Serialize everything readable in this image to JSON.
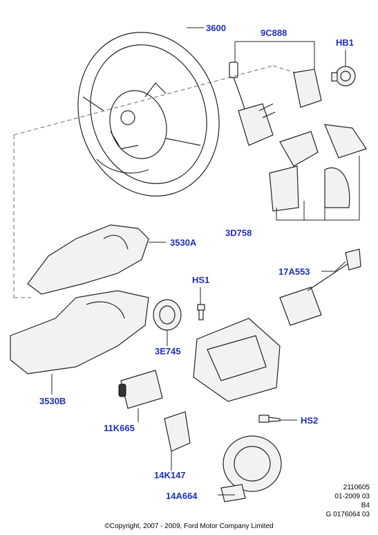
{
  "part_labels": {
    "steering_wheel": "3600",
    "wiring_9c888": "9C888",
    "hb1": "HB1",
    "cover_3d758": "3D758",
    "shroud_upper": "3530A",
    "switch_17a553": "17A553",
    "hs1": "HS1",
    "ring_3e745": "3E745",
    "shroud_lower": "3530B",
    "switch_11k665": "11K665",
    "hs2": "HS2",
    "module_14k147": "14K147",
    "clockspring_14a664": "14A664"
  },
  "meta": {
    "line1": "2110605",
    "line2": "01-2009 03",
    "line3": "B4",
    "line4": "G 0176064 03"
  },
  "copyright": "©Copyright, 2007 - 2009, Ford Motor Company Limited",
  "colors": {
    "label": "#1f2fb8",
    "line": "#222222"
  }
}
